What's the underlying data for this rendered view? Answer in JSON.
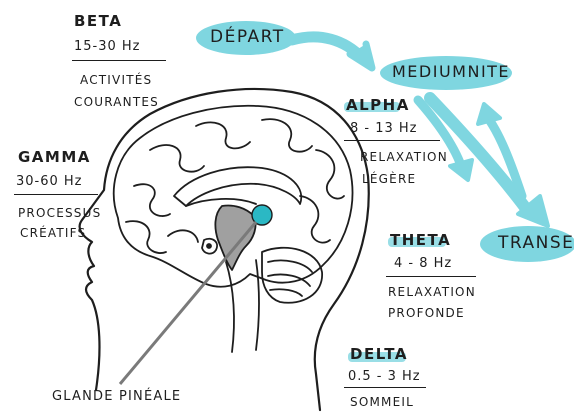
{
  "colors": {
    "accent": "#7fd6e0",
    "accent_dark": "#3fb3c4",
    "pineal": "#2bb8c4",
    "ink": "#1e1e1e",
    "brain_fill": "#a0a0a0"
  },
  "labels": {
    "depart": "DÉPART",
    "mediumnite": "MEDIUMNITE",
    "transe": "TRANSE",
    "glande": "GLANDE PINÉALE"
  },
  "beta": {
    "name": "BETA",
    "freq": "15-30 Hz",
    "desc_1": "ACTIVITÉS",
    "desc_2": "COURANTES"
  },
  "gamma": {
    "name": "GAMMA",
    "freq": "30-60 Hz",
    "desc_1": "PROCESSUS",
    "desc_2": "CRÉATIFS"
  },
  "alpha": {
    "name": "ALPHA",
    "freq": "8 - 13 Hz",
    "desc_1": "RELAXATION",
    "desc_2": "LÉGÈRE"
  },
  "theta": {
    "name": "THETA",
    "freq": "4 - 8 Hz",
    "desc_1": "RELAXATION",
    "desc_2": "PROFONDE"
  },
  "delta": {
    "name": "DELTA",
    "freq": "0.5 - 3 Hz",
    "desc_1": "SOMMEIL"
  }
}
